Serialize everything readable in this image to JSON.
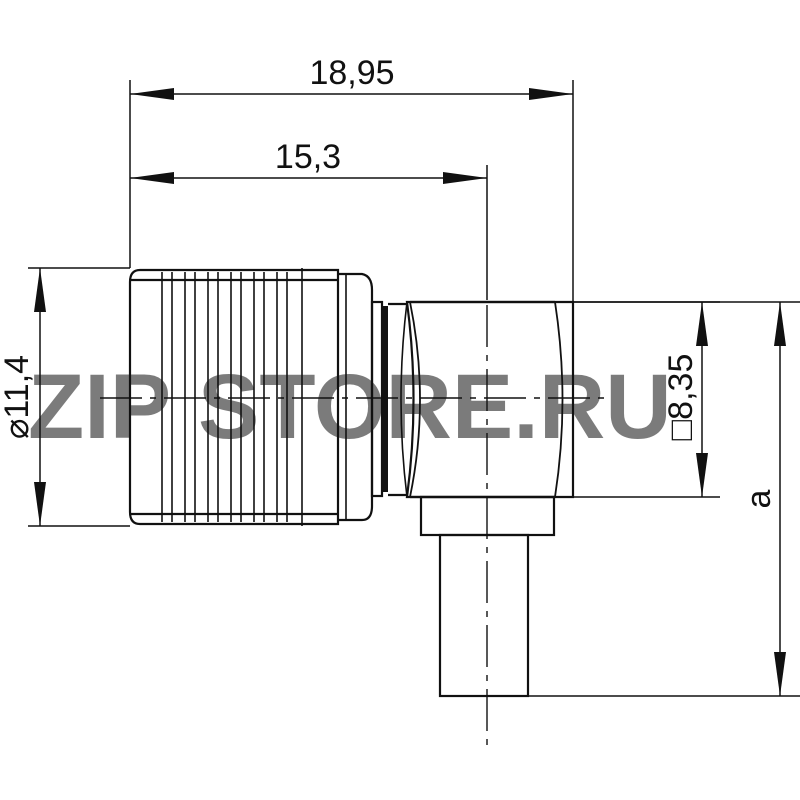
{
  "drawing": {
    "dimensions": {
      "overall_length": "18,95",
      "axis_length": "15,3",
      "diameter": "⌀11,4",
      "square_size": "□8,35",
      "height": "a"
    }
  },
  "watermark": {
    "text_zip": "ZIP",
    "text_rest": "STORE.RU",
    "color_zip": "#f2c200",
    "color_rest": "#9aa0a6"
  }
}
